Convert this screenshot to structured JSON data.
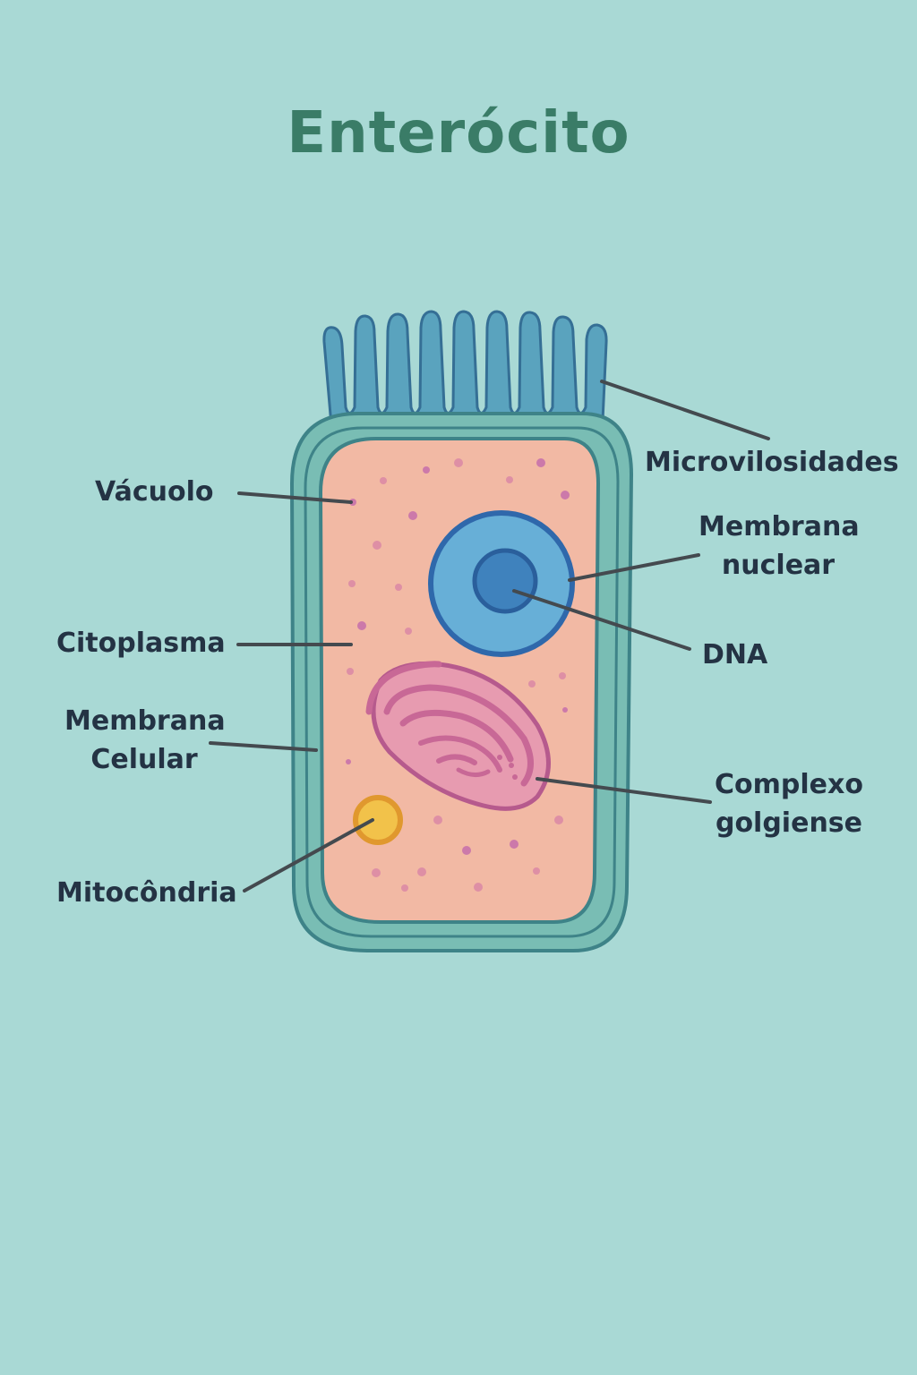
{
  "title": "Enterócito",
  "labels": {
    "microvilosidades": [
      "Microvilosidades"
    ],
    "vacuolo": [
      "Vácuolo"
    ],
    "membrana_nuclear": [
      "Membrana",
      "nuclear"
    ],
    "citoplasma": [
      "Citoplasma"
    ],
    "dna": [
      "DNA"
    ],
    "membrana_celular": [
      "Membrana",
      "Celular"
    ],
    "complexo_golgiense": [
      "Complexo",
      "golgiense"
    ],
    "mitocondria": [
      "Mitocôndria"
    ]
  },
  "colors": {
    "background": "#a9d9d5",
    "title": "#3a7c67",
    "label_text": "#243344",
    "leader_line": "#444a4f",
    "cell_wall": "#79bdb4",
    "cell_wall_stroke": "#3e8388",
    "microvilli": "#5aa3be",
    "cytoplasm": "#f2b9a4",
    "nucleus": "#67afd7",
    "nucleolus": "#3f82bd",
    "golgi": "#c86896",
    "mitochondrion": "#f2c24a"
  },
  "icons": [
    "enterocyte-cell-illustration"
  ]
}
